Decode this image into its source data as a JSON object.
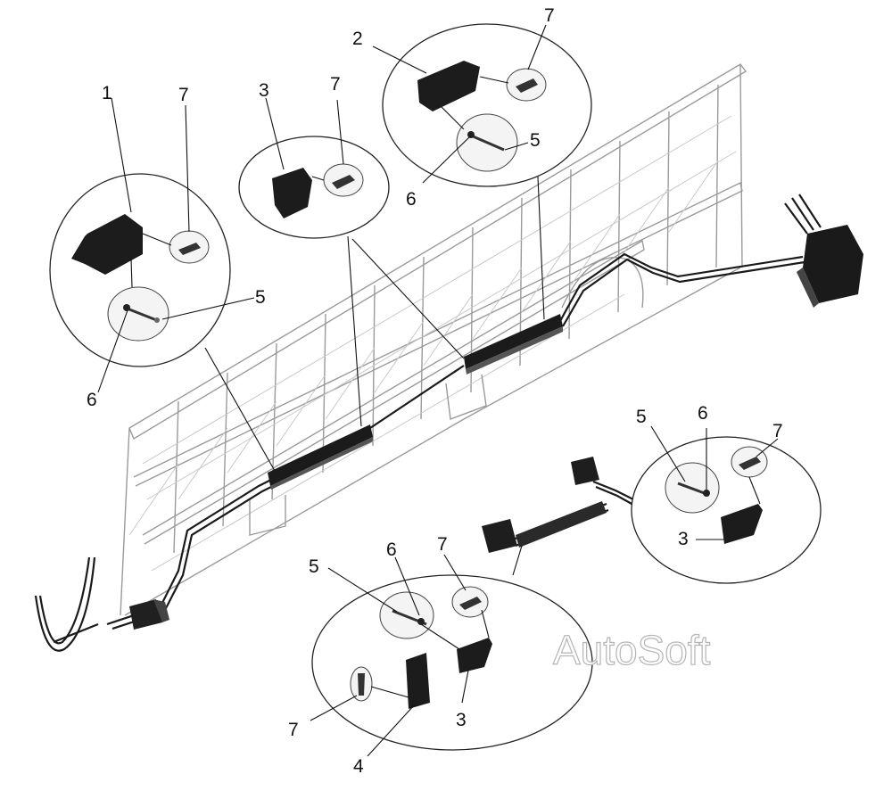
{
  "watermark": "AutoSoft",
  "callouts": {
    "left": {
      "part": "1",
      "screw": "7",
      "washer": "5",
      "clip": "6"
    },
    "center": {
      "part": "3",
      "screw": "7"
    },
    "top": {
      "part": "2",
      "screw": "7",
      "washer": "5",
      "clip": "6"
    },
    "right": {
      "washer": "5",
      "clip": "6",
      "screw": "7",
      "part": "3"
    },
    "bottom": {
      "washer": "5",
      "clip": "6",
      "screw_top": "7",
      "screw_bottom": "7",
      "part_a": "3",
      "part_b": "4"
    }
  }
}
